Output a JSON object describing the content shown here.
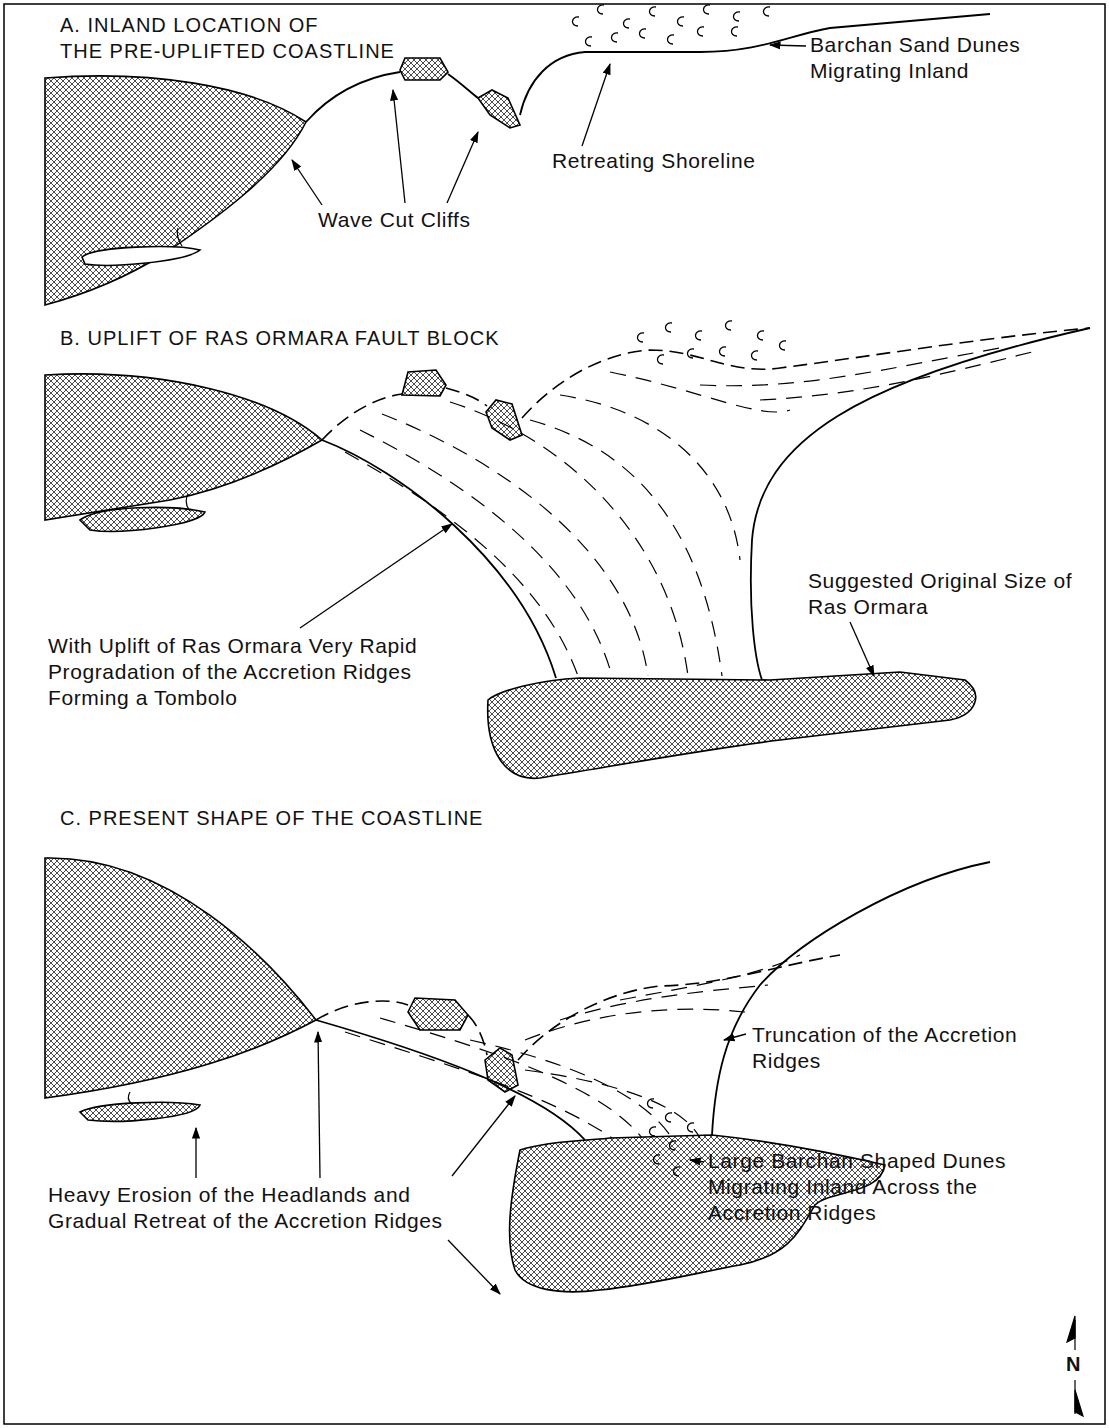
{
  "diagram": {
    "labels": [
      "A. INLAND LOCATION OF THE PRE-UPLIFTED COASTLINE",
      "Barchan Sand Dunes Migrating Inland",
      "Retreating Shoreline",
      "Wave Cut Cliffs",
      "B. UPLIFT OF RAS ORMARA FAULT BLOCK",
      "Suggested Original Size of Ras Ormara",
      "With Uplift of Ras Ormara Very Rapid Progradation of the Accretion Ridges Forming a Tombolo",
      "C. PRESENT SHAPE OF THE COASTLINE",
      "Truncation of the Accretion Ridges",
      "Large Barchan Shaped Dunes Migrating Inland Across the Accretion Ridges",
      "Heavy Erosion of the Headlands and Gradual Retreat of the Accretion Ridges",
      "N"
    ]
  }
}
